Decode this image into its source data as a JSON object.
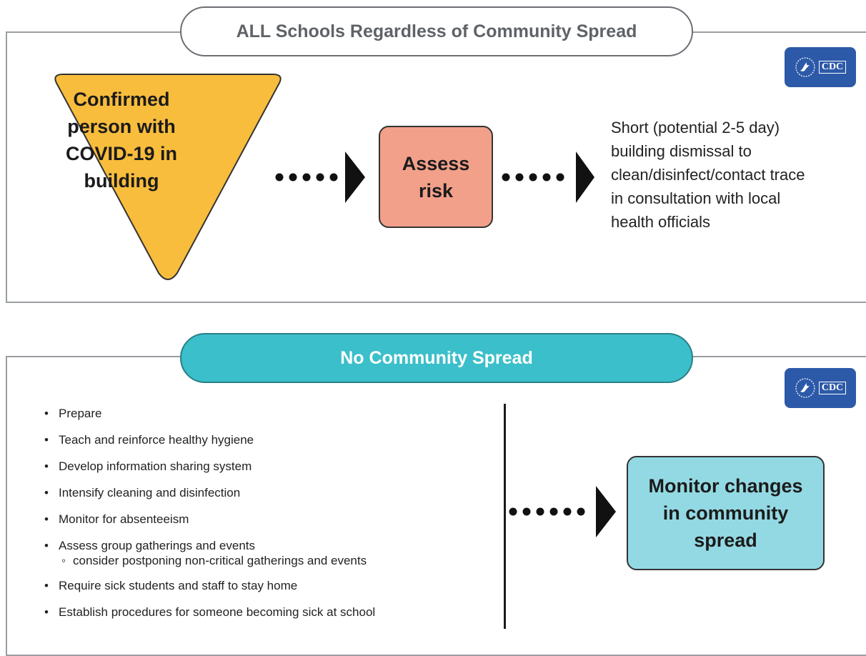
{
  "top_section": {
    "title": "ALL Schools Regardless of Community Spread",
    "logo_text": "CDC",
    "trigger": "Confirmed person with COVID-19 in building",
    "trigger_lines": [
      "Confirmed",
      "person with",
      "COVID-19 in",
      "building"
    ],
    "step_lines": [
      "Assess",
      "risk"
    ],
    "outcome": "Short (potential 2-5 day) building dismissal to clean/disinfect/contact trace in consultation with local health officials",
    "outcome_lines": [
      "Short (potential 2-5 day)",
      "building dismissal to",
      "clean/disinfect/contact trace",
      "in consultation with local",
      "health officials"
    ],
    "colors": {
      "trigger_fill": "#f8bd3c",
      "step_fill": "#f2a08a"
    }
  },
  "bottom_section": {
    "title": "No Community Spread",
    "logo_text": "CDC",
    "items": [
      {
        "text": "Prepare"
      },
      {
        "text": "Teach and reinforce healthy hygiene"
      },
      {
        "text": "Develop information sharing system"
      },
      {
        "text": "Intensify cleaning and disinfection"
      },
      {
        "text": "Monitor for absenteeism"
      },
      {
        "text": "Assess group gatherings and events",
        "sub": "consider postponing non-critical gatherings and events"
      },
      {
        "text": "Require sick students and staff to stay home"
      },
      {
        "text": "Establish procedures for someone becoming sick at school"
      }
    ],
    "result_lines": [
      "Monitor changes",
      "in community",
      "spread"
    ],
    "colors": {
      "header_fill": "#3bbfca",
      "result_fill": "#93d9e3"
    }
  }
}
